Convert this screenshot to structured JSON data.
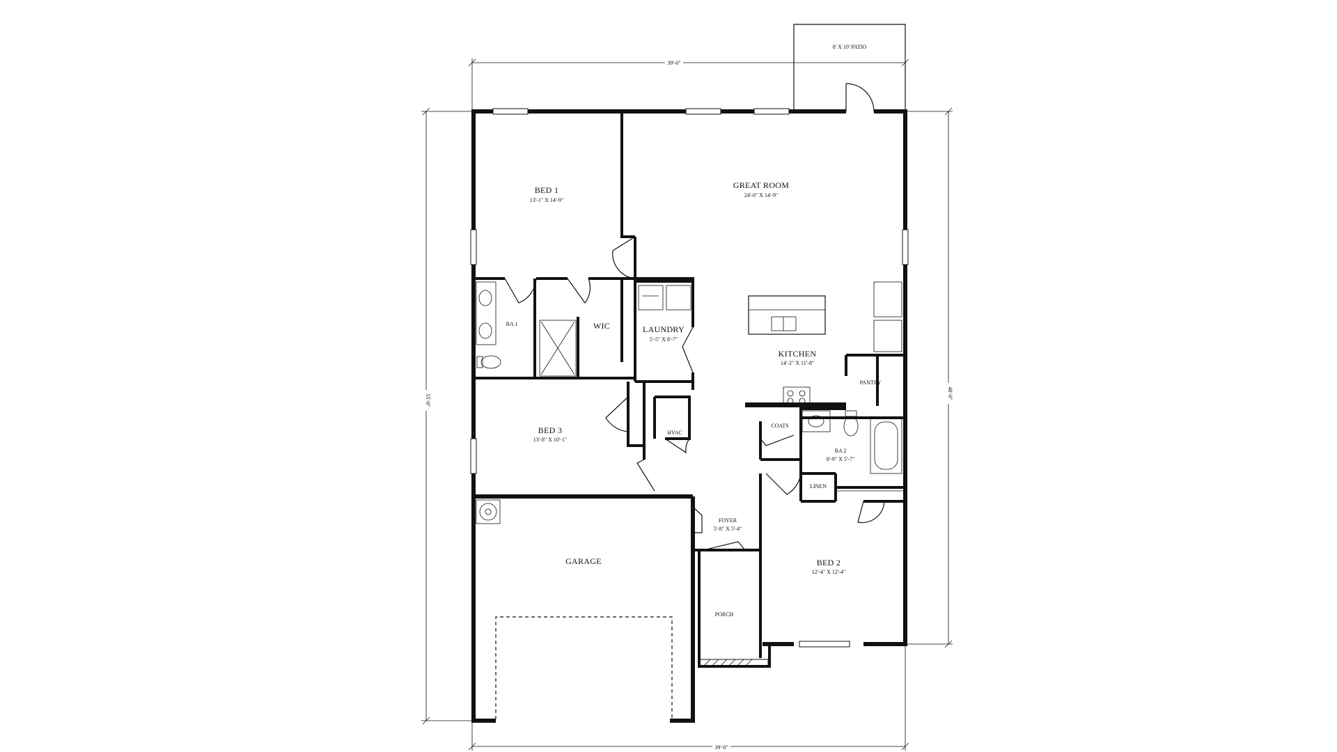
{
  "plan": {
    "patio": {
      "label": "8' X 10' PATIO"
    },
    "dimensions": {
      "top_width": "39'-0\"",
      "bottom_width": "39'-0\"",
      "left_depth": "55'-0\"",
      "right_depth": "48'-0\""
    },
    "rooms": {
      "bed1": {
        "name": "BED 1",
        "dims": "13'-1\" X 14'-9\""
      },
      "great_room": {
        "name": "GREAT ROOM",
        "dims": "24'-0\" X 14'-9\""
      },
      "ba1": {
        "name": "BA 1"
      },
      "wic": {
        "name": "WIC"
      },
      "laundry": {
        "name": "LAUNDRY",
        "dims": "5'-5\" X 8'-7\""
      },
      "kitchen": {
        "name": "KITCHEN",
        "dims": "14'-2\" X 11'-8\""
      },
      "pantry": {
        "name": "PANTRY"
      },
      "bed3": {
        "name": "BED 3",
        "dims": "13'-8\" X 10'-1\""
      },
      "hvac": {
        "name": "HVAC"
      },
      "coats": {
        "name": "COATS"
      },
      "ba2": {
        "name": "BA 2",
        "dims": "8'-9\" X 5'-7\""
      },
      "linen": {
        "name": "LINEN"
      },
      "foyer": {
        "name": "FOYER",
        "dims": "5'-8\" X 5'-4\""
      },
      "garage": {
        "name": "GARAGE"
      },
      "bed2": {
        "name": "BED 2",
        "dims": "12'-4\" X 12'-4\""
      },
      "porch": {
        "name": "PORCH"
      }
    }
  }
}
